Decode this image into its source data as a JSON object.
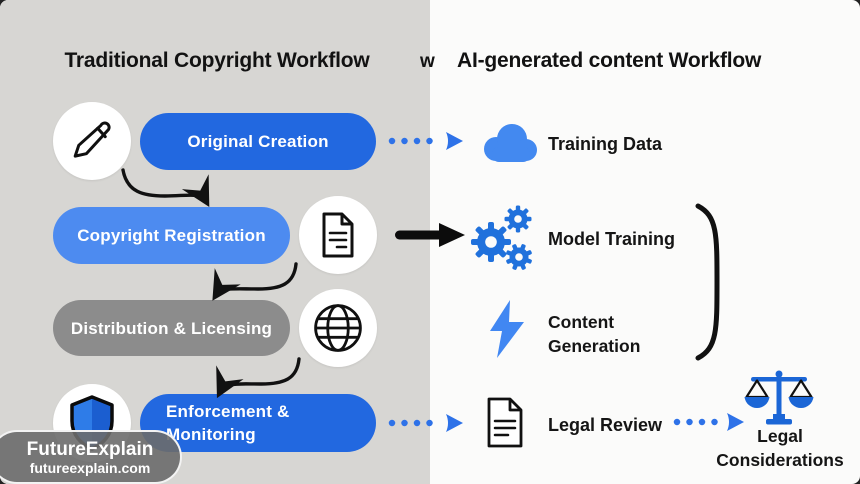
{
  "header": {
    "left_title": "Traditional Copyright Workflow",
    "separator": "w",
    "right_title": "AI-generated content Workflow"
  },
  "traditional_workflow": {
    "steps": [
      {
        "label": "Original Creation",
        "icon": "pencil-icon",
        "pill_color": "#2268e0"
      },
      {
        "label": "Copyright Registration",
        "icon": "document-icon",
        "pill_color": "#4d8bf0"
      },
      {
        "label": "Distribution & Licensing",
        "icon": "globe-icon",
        "pill_color": "#8c8c8c"
      },
      {
        "label": "Enforcement & Monitoring",
        "icon": "shield-icon",
        "pill_color": "#1e6cdc"
      }
    ]
  },
  "ai_workflow": {
    "steps": [
      {
        "label": "Training Data",
        "icon": "cloud-icon"
      },
      {
        "label": "Model Training",
        "icon": "gears-icon"
      },
      {
        "label": "Content Generation",
        "icon": "lightning-icon"
      },
      {
        "label": "Legal Review",
        "icon": "document-outline-icon"
      },
      {
        "label": "Legal Considerations",
        "icon": "scales-icon"
      }
    ]
  },
  "watermark": {
    "brand": "FutureExplain",
    "url": "futureexplain.com"
  },
  "colors": {
    "primary_blue": "#2268e0",
    "light_blue": "#4d8bf0",
    "icon_blue": "#4285f4",
    "pill_gray": "#8c8c8c",
    "left_background": "#d7d6d3",
    "right_background": "#fbfbfa",
    "text": "#141414"
  }
}
